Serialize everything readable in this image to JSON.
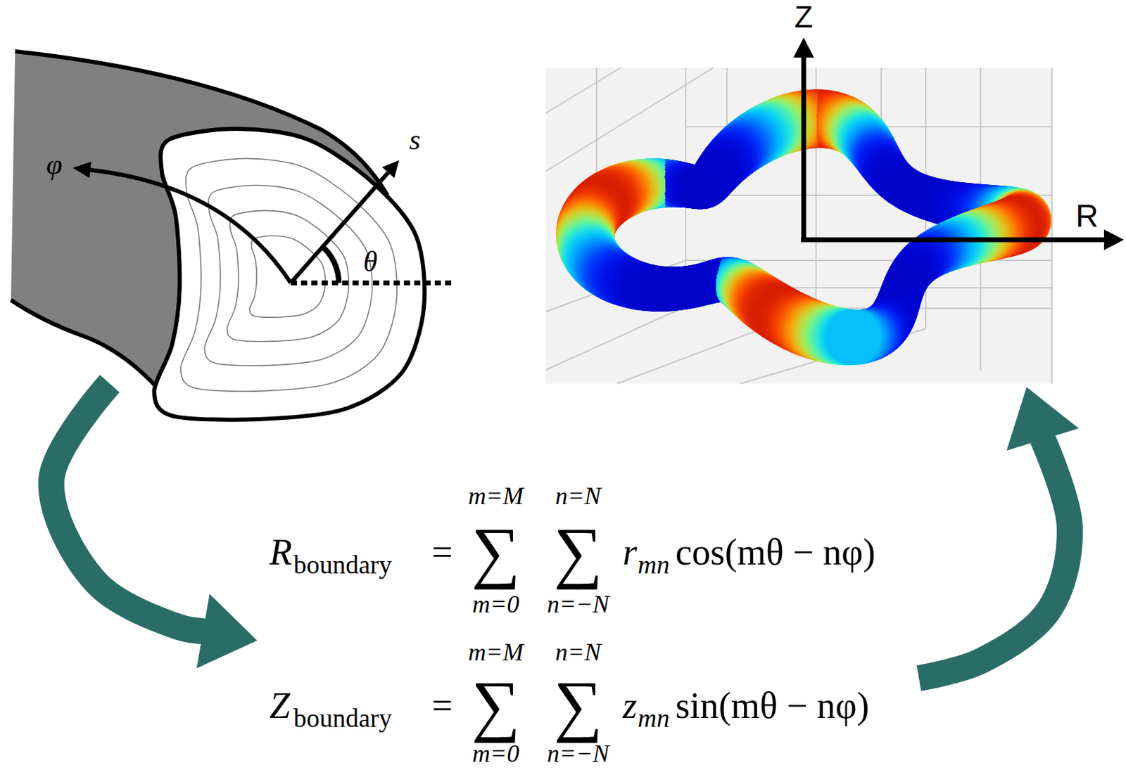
{
  "diagram": {
    "nodes": [
      {
        "text": [
          "φ",
          "s",
          "θ"
        ]
      },
      {
        "text": [
          "Z",
          "R"
        ]
      },
      {
        "text": [
          "R",
          "boundary",
          "=",
          "∑",
          "∑",
          "m=M",
          "n=N",
          "m=0",
          "n=−N",
          "r",
          "mn",
          "cos(mθ − nφ)",
          "Z",
          "boundary",
          "=",
          "∑",
          "∑",
          "m=M",
          "n=N",
          "m=0",
          "n=−N",
          "z",
          "mn",
          "sin(mθ − nφ)"
        ]
      }
    ],
    "edges": [
      {
        "from": 0,
        "to": 2,
        "arrow": "to"
      },
      {
        "from": 2,
        "to": 1,
        "arrow": "to"
      }
    ]
  }
}
